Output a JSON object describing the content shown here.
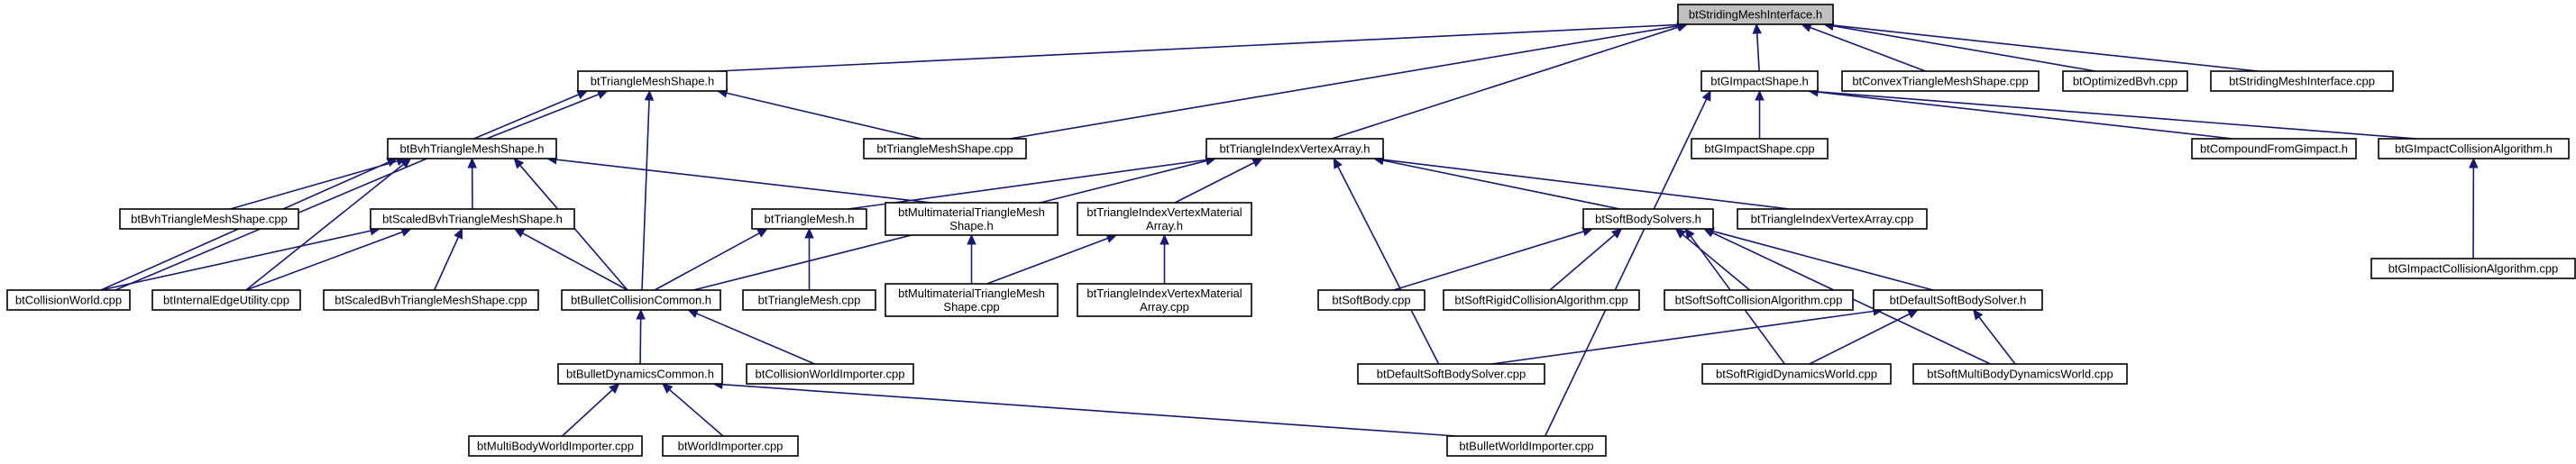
{
  "nodes": [
    {
      "id": "root",
      "label": "btStridingMeshInterface.h"
    },
    {
      "id": "tms_h",
      "label": "btTriangleMeshShape.h"
    },
    {
      "id": "gis_h",
      "label": "btGImpactShape.h"
    },
    {
      "id": "ctms_cpp",
      "label": "btConvexTriangleMeshShape.cpp"
    },
    {
      "id": "obvh_cpp",
      "label": "btOptimizedBvh.cpp"
    },
    {
      "id": "smi_cpp",
      "label": "btStridingMeshInterface.cpp"
    },
    {
      "id": "bvhtms_h",
      "label": "btBvhTriangleMeshShape.h"
    },
    {
      "id": "tms_cpp",
      "label": "btTriangleMeshShape.cpp"
    },
    {
      "id": "tiva_h",
      "label": "btTriangleIndexVertexArray.h"
    },
    {
      "id": "gis_cpp",
      "label": "btGImpactShape.cpp"
    },
    {
      "id": "cfg_h",
      "label": "btCompoundFromGimpact.h"
    },
    {
      "id": "gica_h",
      "label": "btGImpactCollisionAlgorithm.h"
    },
    {
      "id": "bvhtms_cpp",
      "label": "btBvhTriangleMeshShape.cpp"
    },
    {
      "id": "sbvh_h",
      "label": "btScaledBvhTriangleMeshShape.h"
    },
    {
      "id": "tm_h",
      "label": "btTriangleMesh.h"
    },
    {
      "id": "mmtms_h",
      "label": [
        "btMultimaterialTriangleMesh",
        "Shape.h"
      ]
    },
    {
      "id": "tivma_h",
      "label": [
        "btTriangleIndexVertexMaterial",
        "Array.h"
      ]
    },
    {
      "id": "sbs_h",
      "label": "btSoftBodySolvers.h"
    },
    {
      "id": "tiva_cpp",
      "label": "btTriangleIndexVertexArray.cpp"
    },
    {
      "id": "gica_cpp",
      "label": "btGImpactCollisionAlgorithm.cpp"
    },
    {
      "id": "cw_cpp",
      "label": "btCollisionWorld.cpp"
    },
    {
      "id": "ieu_cpp",
      "label": "btInternalEdgeUtility.cpp"
    },
    {
      "id": "sbvh_cpp",
      "label": "btScaledBvhTriangleMeshShape.cpp"
    },
    {
      "id": "bcc_h",
      "label": "btBulletCollisionCommon.h"
    },
    {
      "id": "tm_cpp",
      "label": "btTriangleMesh.cpp"
    },
    {
      "id": "mmtms_cpp",
      "label": [
        "btMultimaterialTriangleMesh",
        "Shape.cpp"
      ]
    },
    {
      "id": "tivma_cpp",
      "label": [
        "btTriangleIndexVertexMaterial",
        "Array.cpp"
      ]
    },
    {
      "id": "sb_cpp",
      "label": "btSoftBody.cpp"
    },
    {
      "id": "srca_cpp",
      "label": "btSoftRigidCollisionAlgorithm.cpp"
    },
    {
      "id": "ssca_cpp",
      "label": "btSoftSoftCollisionAlgorithm.cpp"
    },
    {
      "id": "dsbs_h",
      "label": "btDefaultSoftBodySolver.h"
    },
    {
      "id": "bdc_h",
      "label": "btBulletDynamicsCommon.h"
    },
    {
      "id": "cwi_cpp",
      "label": "btCollisionWorldImporter.cpp"
    },
    {
      "id": "dsbs_cpp",
      "label": "btDefaultSoftBodySolver.cpp"
    },
    {
      "id": "srdw_cpp",
      "label": "btSoftRigidDynamicsWorld.cpp"
    },
    {
      "id": "smbdw_cpp",
      "label": "btSoftMultiBodyDynamicsWorld.cpp"
    },
    {
      "id": "mbwi_cpp",
      "label": "btMultiBodyWorldImporter.cpp"
    },
    {
      "id": "wi_cpp",
      "label": "btWorldImporter.cpp"
    },
    {
      "id": "bwi_cpp",
      "label": "btBulletWorldImporter.cpp"
    }
  ],
  "edges": [
    [
      "tms_h",
      "root"
    ],
    [
      "gis_h",
      "root"
    ],
    [
      "ctms_cpp",
      "root"
    ],
    [
      "obvh_cpp",
      "root"
    ],
    [
      "smi_cpp",
      "root"
    ],
    [
      "tms_cpp",
      "root"
    ],
    [
      "tiva_h",
      "root"
    ],
    [
      "bvhtms_h",
      "tms_h"
    ],
    [
      "tms_cpp",
      "tms_h"
    ],
    [
      "cw_cpp",
      "tms_h"
    ],
    [
      "bcc_h",
      "tms_h"
    ],
    [
      "gis_cpp",
      "gis_h"
    ],
    [
      "cfg_h",
      "gis_h"
    ],
    [
      "gica_h",
      "gis_h"
    ],
    [
      "bwi_cpp",
      "gis_h"
    ],
    [
      "gica_cpp",
      "gica_h"
    ],
    [
      "bvhtms_cpp",
      "bvhtms_h"
    ],
    [
      "sbvh_h",
      "bvhtms_h"
    ],
    [
      "cw_cpp",
      "bvhtms_h"
    ],
    [
      "ieu_cpp",
      "bvhtms_h"
    ],
    [
      "bcc_h",
      "bvhtms_h"
    ],
    [
      "mmtms_h",
      "bvhtms_h"
    ],
    [
      "tm_h",
      "tiva_h"
    ],
    [
      "tivma_h",
      "tiva_h"
    ],
    [
      "sbs_h",
      "tiva_h"
    ],
    [
      "tiva_cpp",
      "tiva_h"
    ],
    [
      "bcc_h",
      "tiva_h"
    ],
    [
      "dsbs_cpp",
      "tiva_h"
    ],
    [
      "cw_cpp",
      "sbvh_h"
    ],
    [
      "ieu_cpp",
      "sbvh_h"
    ],
    [
      "sbvh_cpp",
      "sbvh_h"
    ],
    [
      "bcc_h",
      "sbvh_h"
    ],
    [
      "bcc_h",
      "tm_h"
    ],
    [
      "tm_cpp",
      "tm_h"
    ],
    [
      "mmtms_cpp",
      "mmtms_h"
    ],
    [
      "mmtms_cpp",
      "tivma_h"
    ],
    [
      "tivma_cpp",
      "tivma_h"
    ],
    [
      "sb_cpp",
      "sbs_h"
    ],
    [
      "srca_cpp",
      "sbs_h"
    ],
    [
      "ssca_cpp",
      "sbs_h"
    ],
    [
      "dsbs_h",
      "sbs_h"
    ],
    [
      "srdw_cpp",
      "sbs_h"
    ],
    [
      "smbdw_cpp",
      "sbs_h"
    ],
    [
      "dsbs_cpp",
      "dsbs_h"
    ],
    [
      "srdw_cpp",
      "dsbs_h"
    ],
    [
      "smbdw_cpp",
      "dsbs_h"
    ],
    [
      "bdc_h",
      "bcc_h"
    ],
    [
      "cwi_cpp",
      "bcc_h"
    ],
    [
      "mbwi_cpp",
      "bdc_h"
    ],
    [
      "wi_cpp",
      "bdc_h"
    ],
    [
      "bwi_cpp",
      "bdc_h"
    ]
  ]
}
